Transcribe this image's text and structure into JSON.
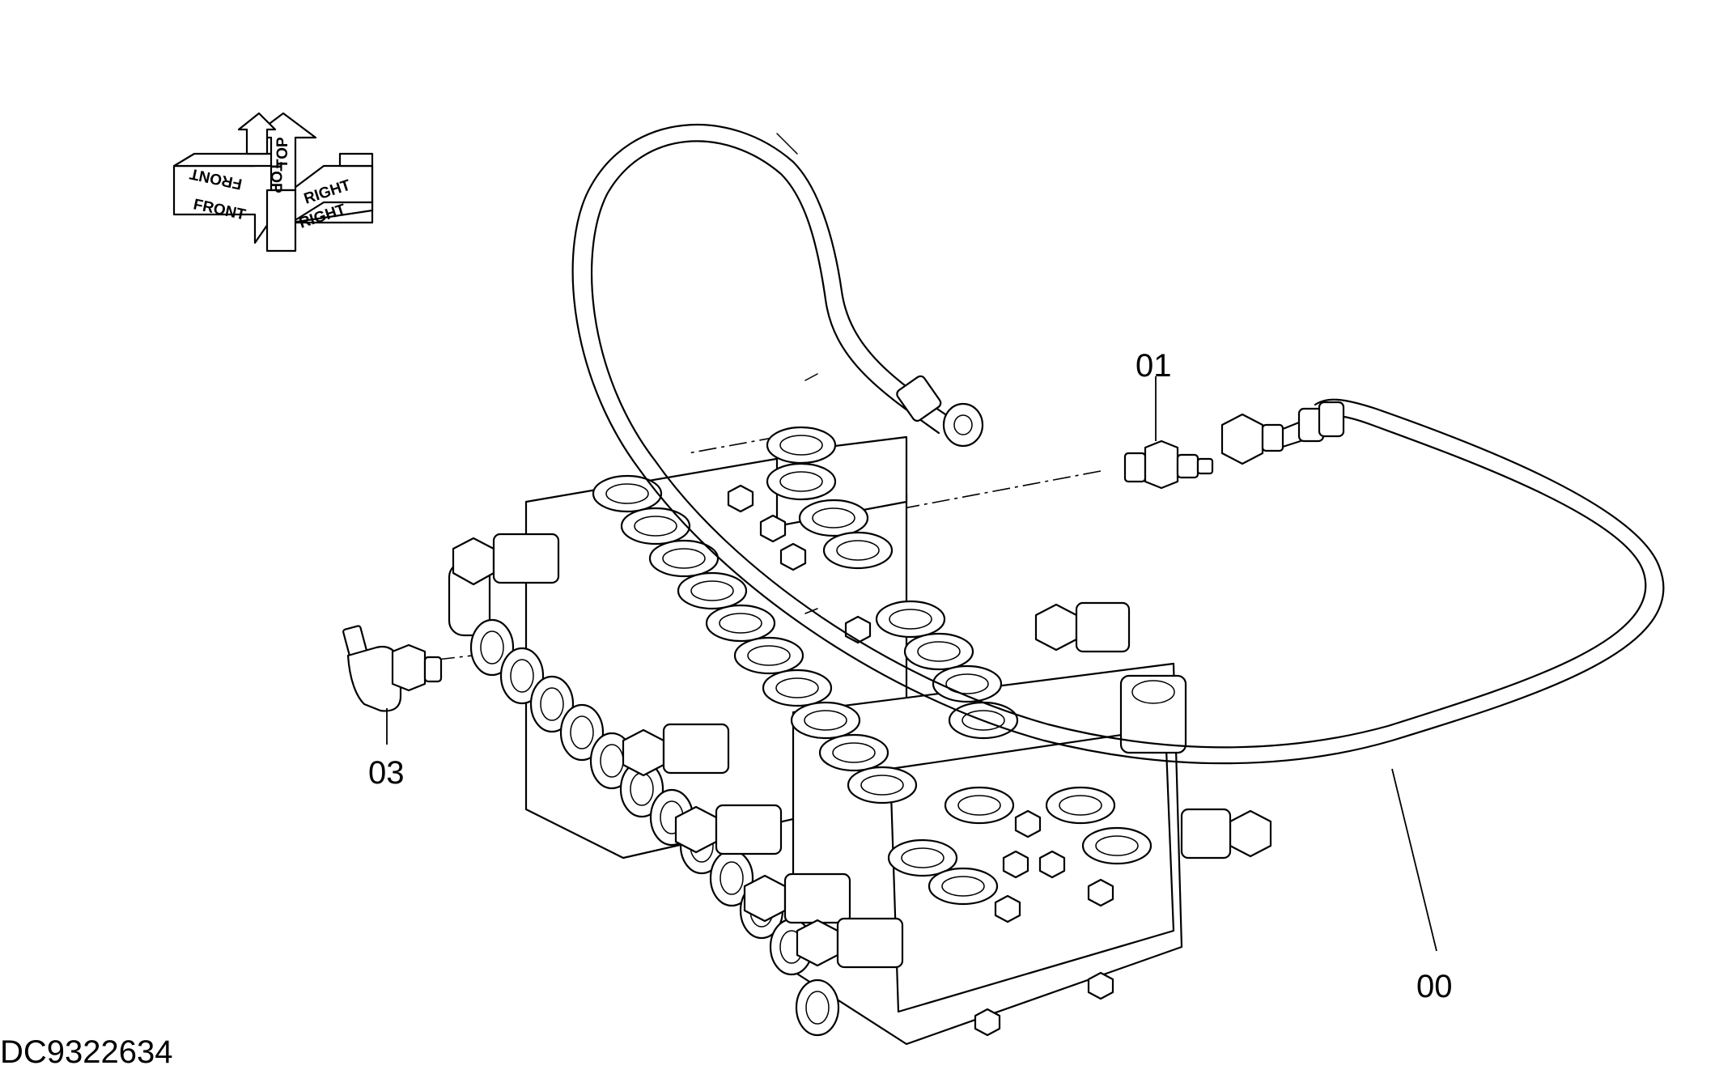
{
  "drawing": {
    "drawing_number": "DC9322634",
    "orientation": {
      "front": "FRONT",
      "top": "TOP",
      "right": "RIGHT"
    },
    "callouts": [
      {
        "id": "callout-01",
        "label": "01"
      },
      {
        "id": "callout-03",
        "label": "03"
      },
      {
        "id": "callout-00",
        "label": "00"
      }
    ]
  }
}
